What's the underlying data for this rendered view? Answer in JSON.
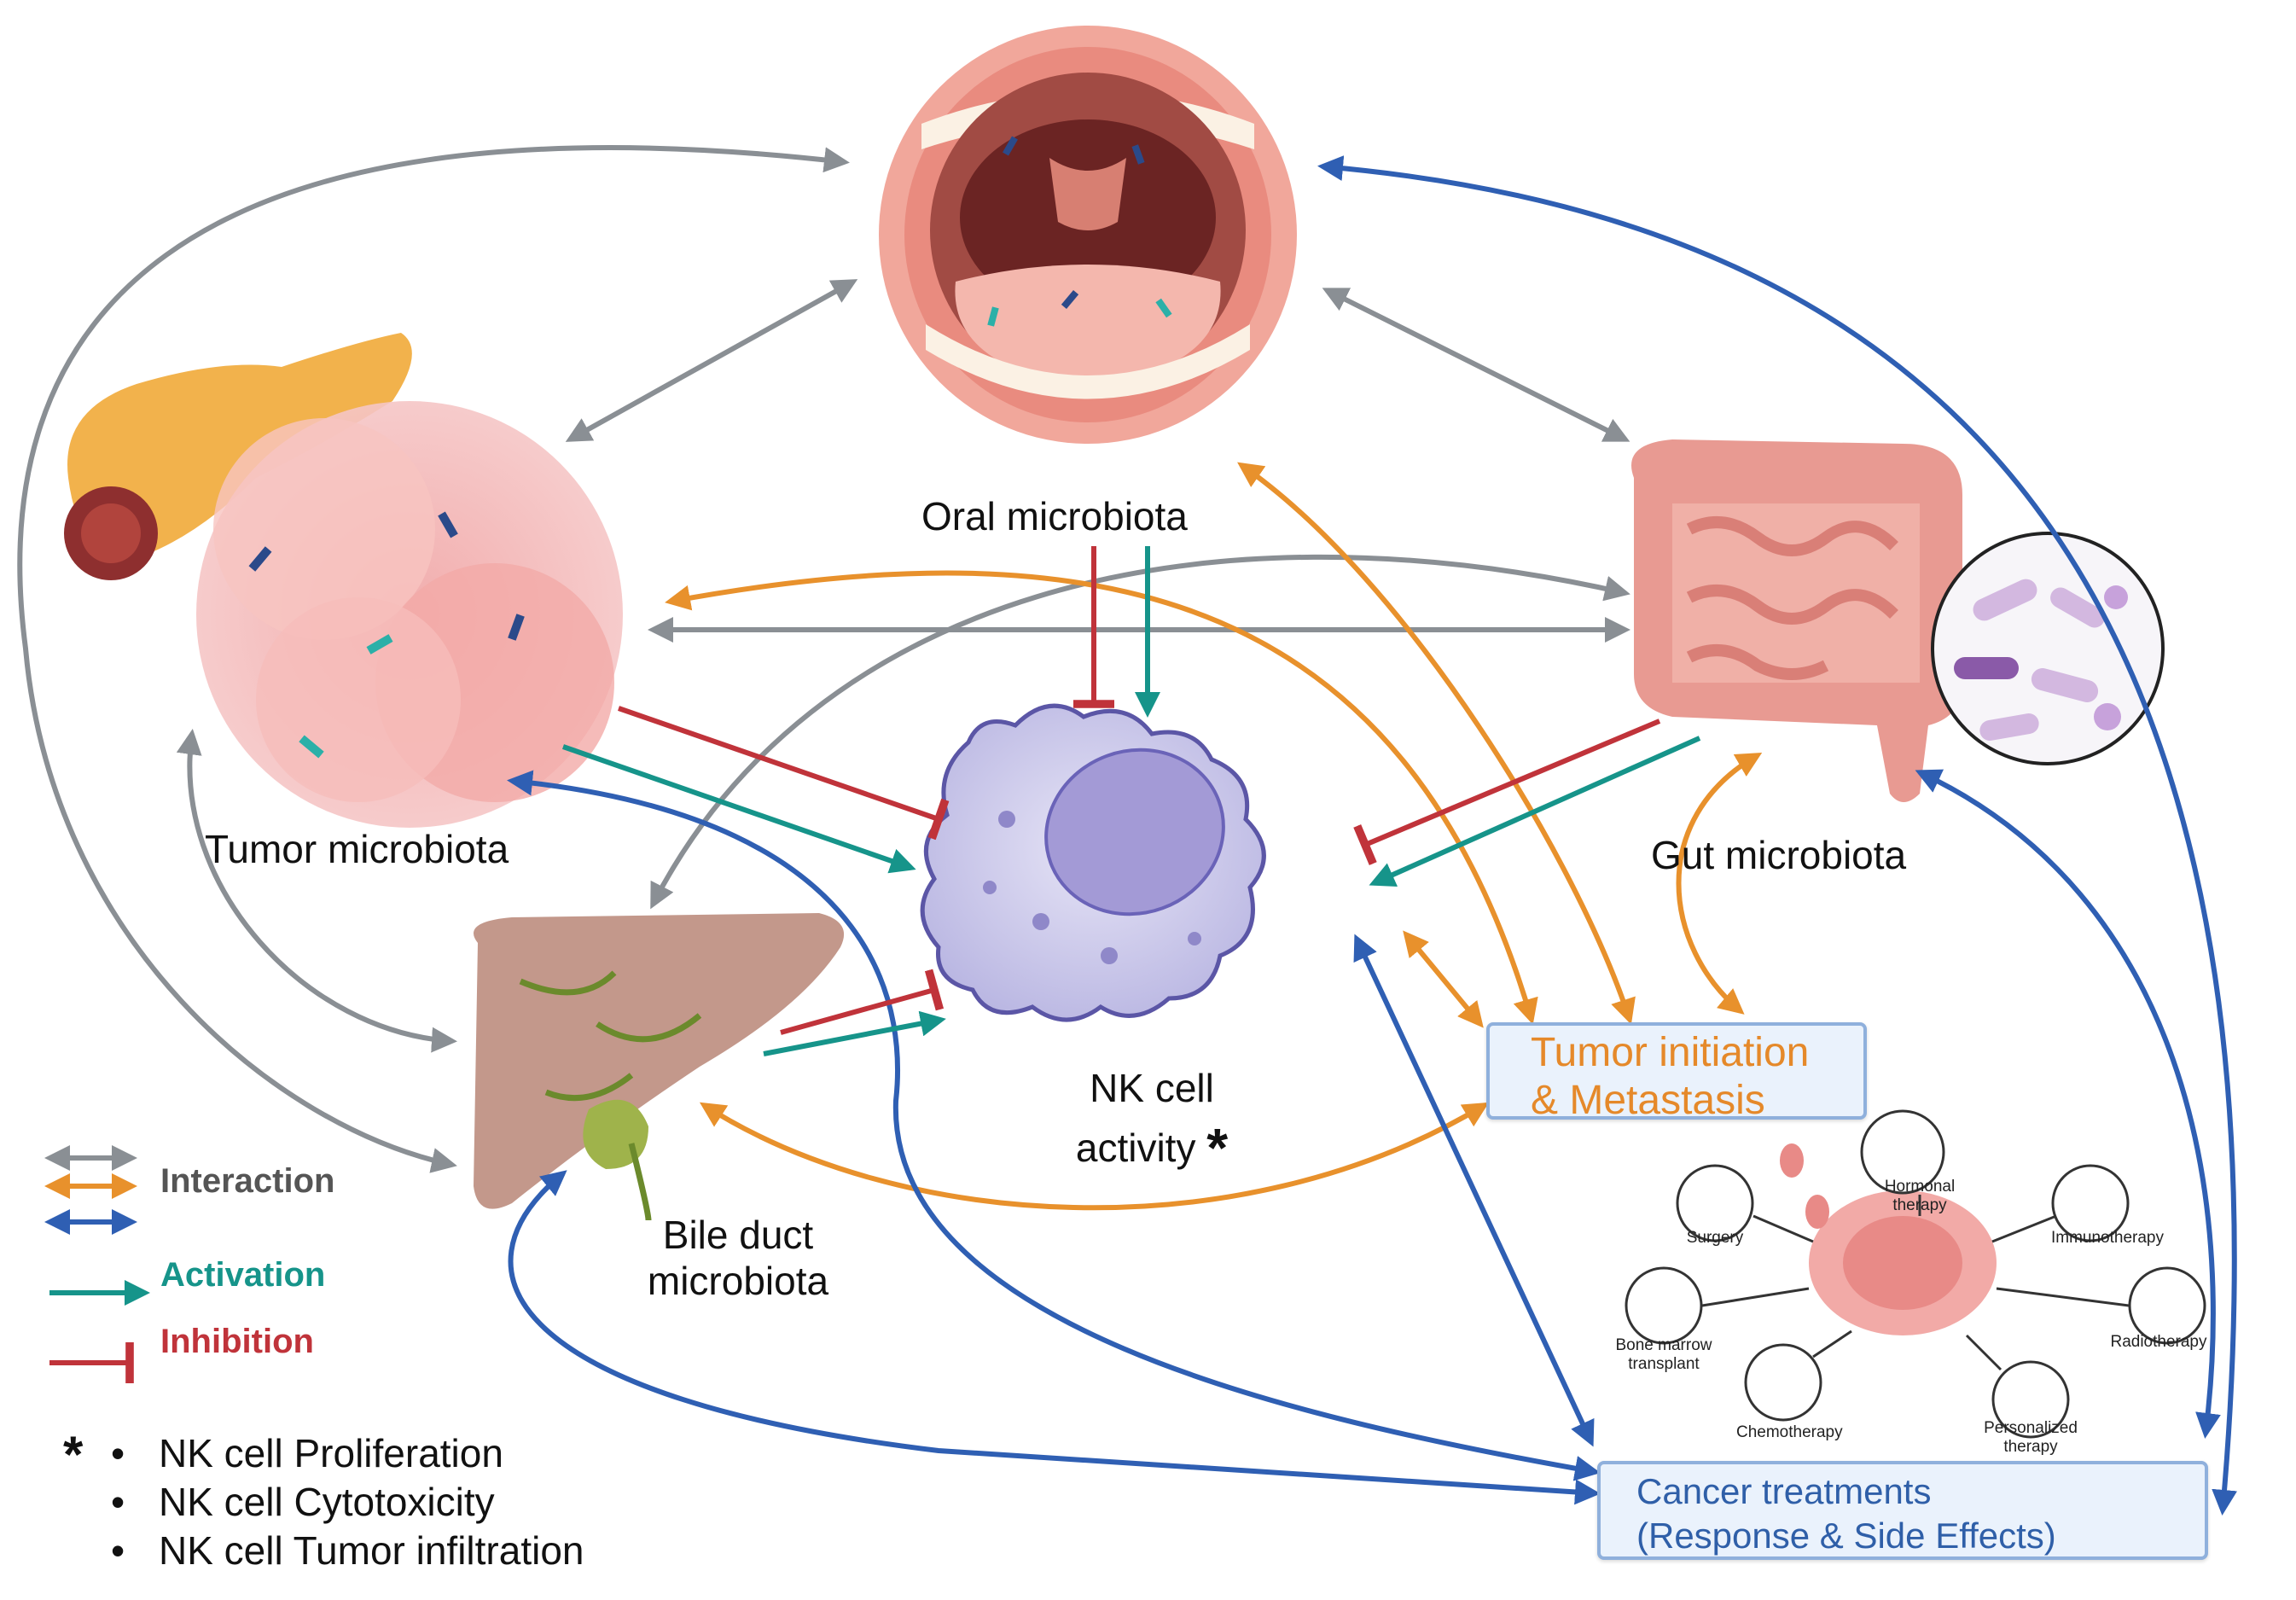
{
  "nodes": {
    "oral": "Oral microbiota",
    "tumor": "Tumor microbiota",
    "gut": "Gut microbiota",
    "bile_line1": "Bile duct",
    "bile_line2": "microbiota",
    "nk_line1": "NK cell",
    "nk_line2": "activity",
    "nk_star": "*"
  },
  "boxes": {
    "tumor_init_line1": "Tumor initiation",
    "tumor_init_line2": "& Metastasis",
    "cancer_line1": "Cancer treatments",
    "cancer_line2": "(Response & Side Effects)"
  },
  "treatments": {
    "surgery": "Surgery",
    "hormonal_line1": "Hormonal",
    "hormonal_line2": "therapy",
    "immunotherapy": "Immunotherapy",
    "radiotherapy": "Radiotherapy",
    "personalized_line1": "Personalized",
    "personalized_line2": "therapy",
    "chemotherapy": "Chemotherapy",
    "bone_line1": "Bone marrow",
    "bone_line2": "transplant"
  },
  "legend": {
    "interaction": "Interaction",
    "activation": "Activation",
    "inhibition": "Inhibition"
  },
  "bullets": {
    "star": "*",
    "b1": "NK cell Proliferation",
    "b2": "NK cell Cytotoxicity",
    "b3": "NK cell Tumor infiltration"
  },
  "colors": {
    "interaction_gray": "#8a8f94",
    "interaction_orange": "#e8912c",
    "interaction_blue": "#2f5fb3",
    "activation": "#16948a",
    "inhibition": "#c0333a"
  }
}
